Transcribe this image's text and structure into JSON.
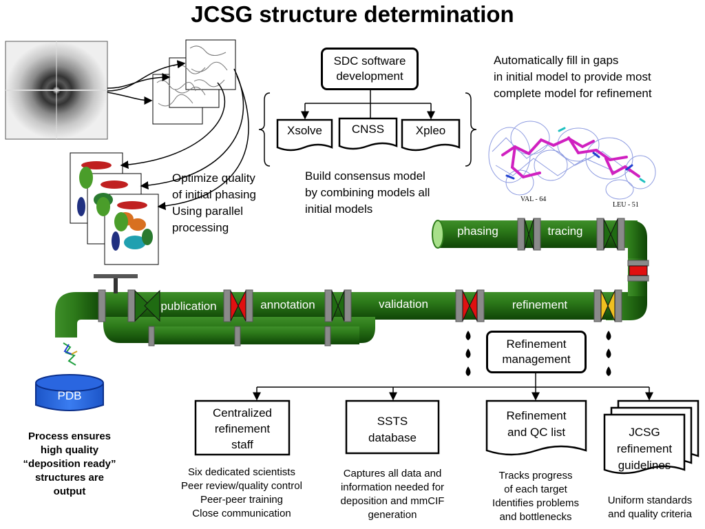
{
  "title": "JCSG structure determination",
  "software": {
    "top_box": [
      "SDC software",
      "development"
    ],
    "programs": [
      "Xsolve",
      "CNSS",
      "Xpleo"
    ]
  },
  "notes": {
    "gap_fill": [
      "Automatically fill in gaps",
      "in initial model to provide most",
      "complete model for refinement"
    ],
    "phasing": [
      "Optimize quality",
      "of initial phasing",
      "Using parallel",
      "processing"
    ],
    "consensus": [
      "Build consensus model",
      "by combining models all",
      "initial models"
    ]
  },
  "density_labels": [
    "VAL - 64",
    "LEU - 51"
  ],
  "pipeline": {
    "top": [
      "phasing",
      "tracing"
    ],
    "bottom": [
      "publication",
      "annotation",
      "validation",
      "refinement"
    ]
  },
  "pdb_label": "PDB",
  "output_note": [
    "Process ensures",
    "high quality",
    "“deposition ready”",
    "structures are",
    "output"
  ],
  "refinement_management": [
    "Refinement",
    "management"
  ],
  "components": [
    {
      "title": [
        "Centralized",
        "refinement",
        "staff"
      ],
      "desc": [
        "Six dedicated scientists",
        "Peer review/quality control",
        "Peer-peer training",
        "Close communication"
      ]
    },
    {
      "title": [
        "SSTS",
        "database"
      ],
      "desc": [
        "Captures all data and",
        "information needed for",
        "deposition and mmCIF",
        "generation"
      ]
    },
    {
      "title": [
        "Refinement",
        "and QC list"
      ],
      "desc": [
        "Tracks progress",
        "of each target",
        "Identifies problems",
        "and bottlenecks"
      ]
    },
    {
      "title": [
        "JCSG",
        "refinement",
        "guidelines"
      ],
      "desc": [
        "Uniform standards",
        "and quality criteria"
      ]
    }
  ],
  "colors": {
    "pipe_green": "#1f6b12",
    "pipe_dark": "#0e3d06",
    "valve_red": "#e01010",
    "valve_yellow": "#f0c020",
    "pdb_blue": "#1f5fd6"
  }
}
